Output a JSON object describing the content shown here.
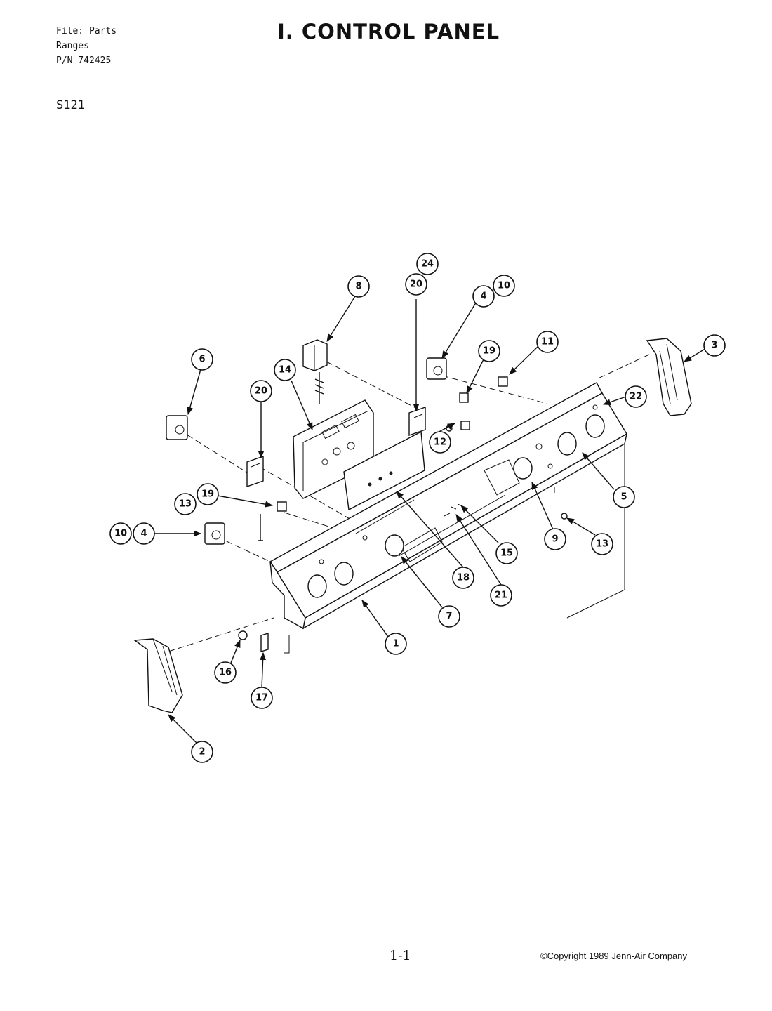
{
  "header": {
    "file_line": "File: Parts",
    "category_line": "Ranges",
    "part_number_line": "P/N 742425",
    "model": "S121",
    "title": "I. CONTROL PANEL"
  },
  "footer": {
    "page_number": "1-1",
    "copyright": "©Copyright 1989 Jenn-Air Company"
  },
  "callouts": [
    "1",
    "2",
    "3",
    "4",
    "4",
    "5",
    "6",
    "7",
    "8",
    "9",
    "10",
    "10",
    "11",
    "12",
    "13",
    "13",
    "14",
    "15",
    "16",
    "17",
    "18",
    "19",
    "19",
    "20",
    "20",
    "21",
    "22",
    "24"
  ],
  "colors": {
    "ink": "#111111",
    "paper": "#ffffff"
  }
}
